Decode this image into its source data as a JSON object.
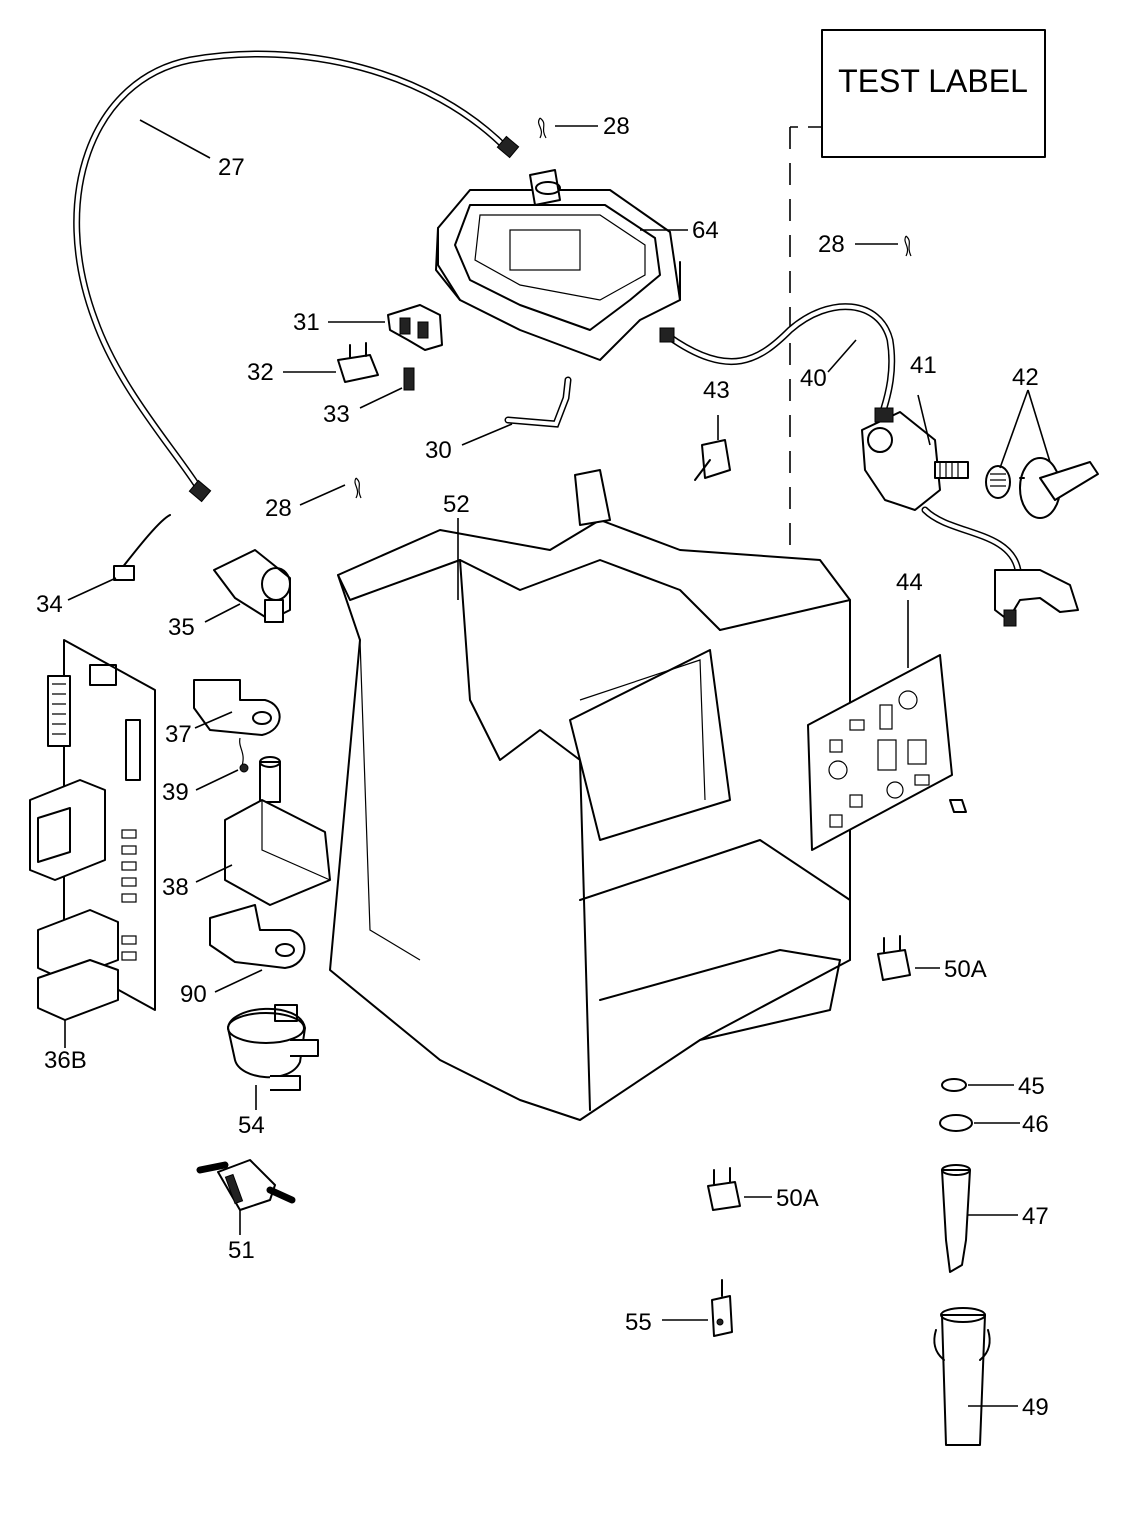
{
  "test_label": "TEST LABEL",
  "parts": {
    "p27": "27",
    "p28a": "28",
    "p28b": "28",
    "p28c": "28",
    "p64": "64",
    "p31": "31",
    "p32": "32",
    "p33": "33",
    "p30": "30",
    "p40": "40",
    "p41": "41",
    "p42": "42",
    "p43": "43",
    "p52": "52",
    "p34": "34",
    "p35": "35",
    "p37": "37",
    "p39": "39",
    "p38": "38",
    "p90": "90",
    "p36B": "36B",
    "p54": "54",
    "p51": "51",
    "p44": "44",
    "p50Aa": "50A",
    "p50Ab": "50A",
    "p45": "45",
    "p46": "46",
    "p47": "47",
    "p55": "55",
    "p49": "49"
  }
}
